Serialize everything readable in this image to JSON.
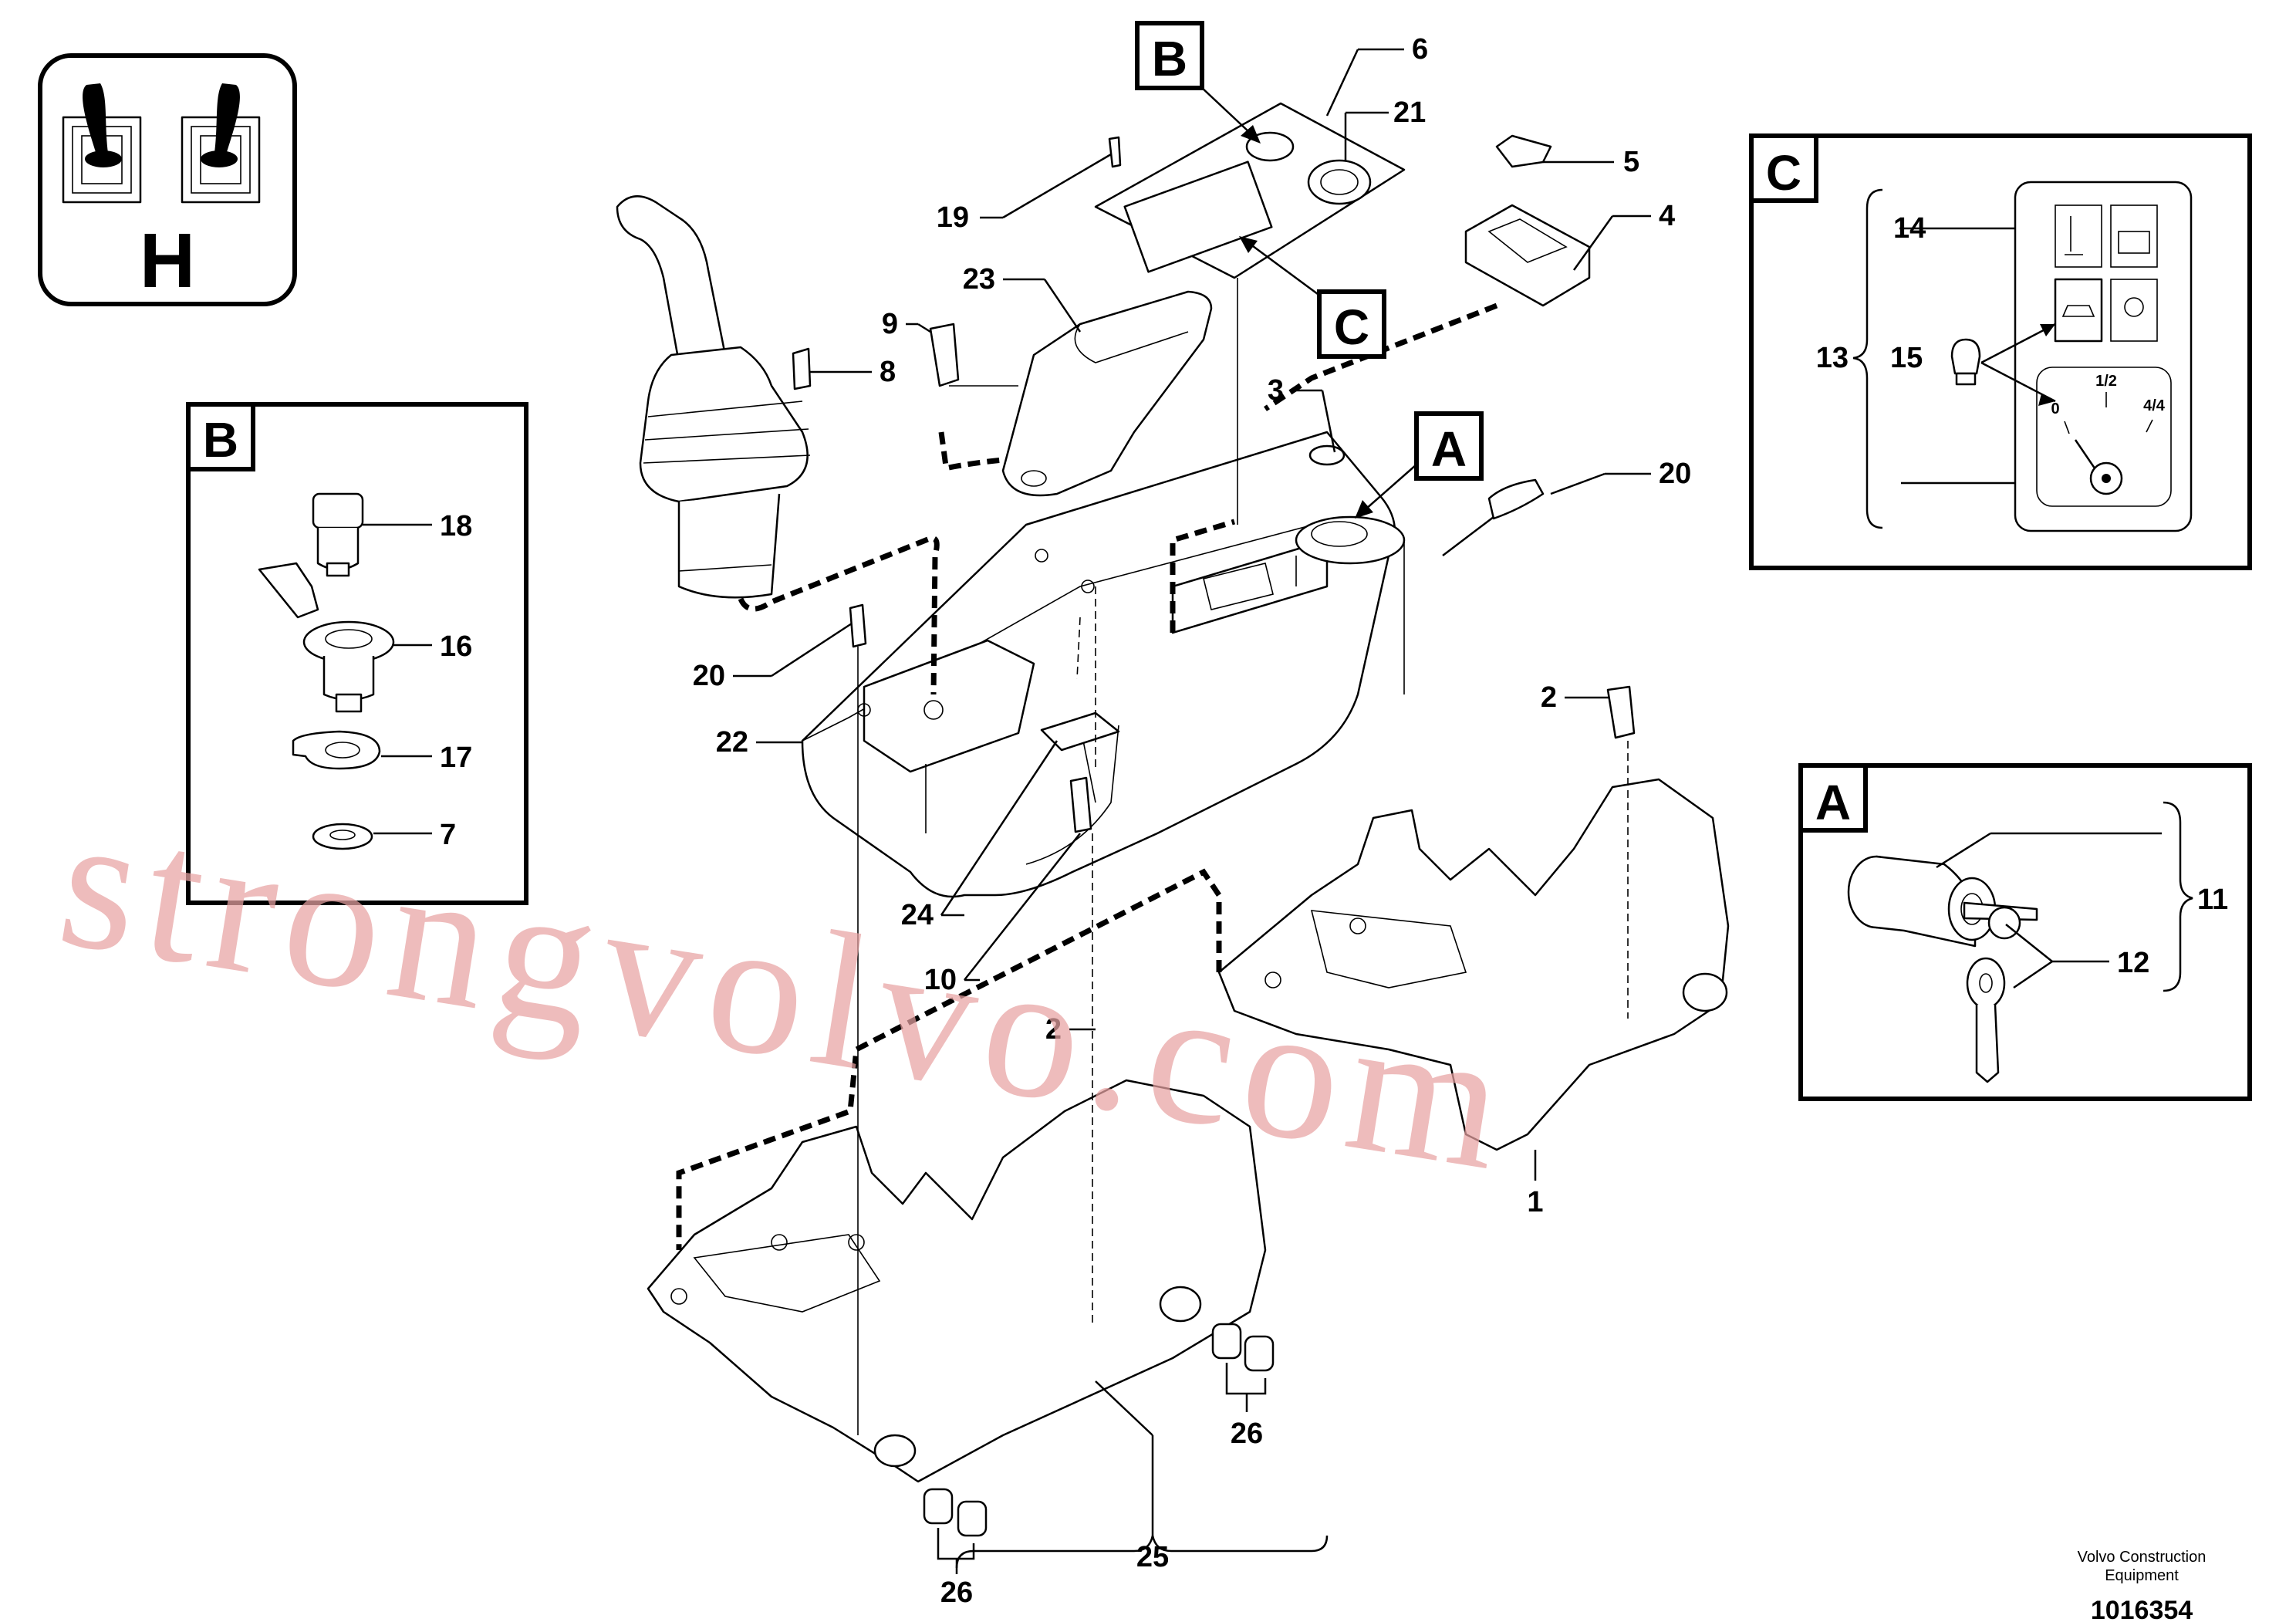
{
  "symbol": {
    "letter": "H"
  },
  "callouts": {
    "B": "B",
    "C": "C",
    "A": "A"
  },
  "detail_boxes": {
    "B": {
      "letter": "B"
    },
    "C": {
      "letter": "C",
      "gauge_half": "1/2",
      "gauge_full": "4/4",
      "gauge_zero": "0"
    },
    "A": {
      "letter": "A"
    }
  },
  "part_numbers": {
    "p1": "1",
    "p2a": "2",
    "p2b": "2",
    "p3": "3",
    "p4": "4",
    "p5": "5",
    "p6": "6",
    "p7": "7",
    "p8": "8",
    "p9": "9",
    "p10": "10",
    "p11": "11",
    "p12": "12",
    "p13": "13",
    "p14": "14",
    "p15": "15",
    "p16": "16",
    "p17": "17",
    "p18": "18",
    "p19": "19",
    "p20a": "20",
    "p20b": "20",
    "p21": "21",
    "p22": "22",
    "p23": "23",
    "p24": "24",
    "p25": "25",
    "p26a": "26",
    "p26b": "26"
  },
  "credit": {
    "line1": "Volvo Construction",
    "line2": "Equipment"
  },
  "doc_number": "1016354",
  "watermark": "strongvolvo.com"
}
